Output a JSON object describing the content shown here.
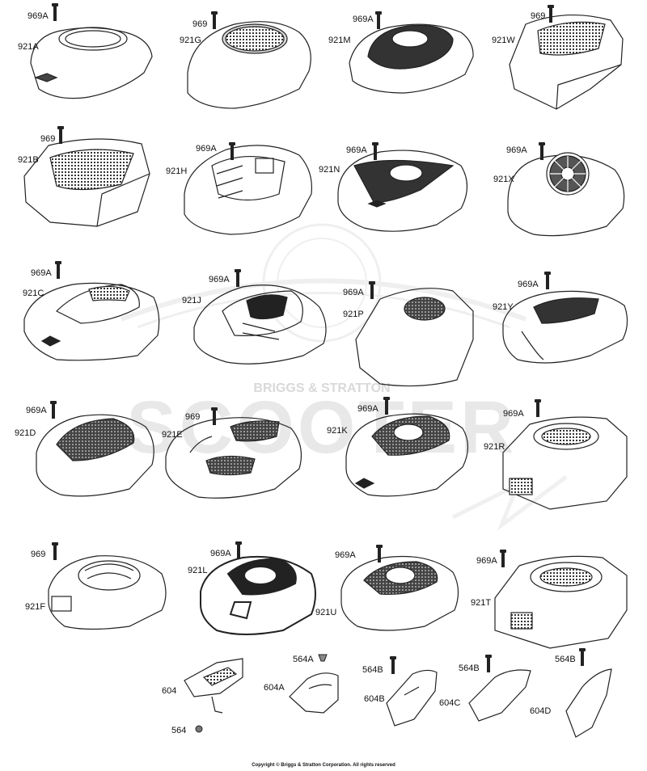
{
  "labels": {
    "r1": [
      "969A",
      "921A",
      "969",
      "921G",
      "969A",
      "921M",
      "969",
      "921W"
    ],
    "r2": [
      "969",
      "921B",
      "969A",
      "921H",
      "969A",
      "921N",
      "969A",
      "921X"
    ],
    "r3": [
      "969A",
      "921C",
      "969A",
      "921J",
      "969A",
      "921P",
      "969A",
      "921Y"
    ],
    "r4": [
      "969A",
      "921D",
      "969",
      "921E",
      "969A",
      "921K",
      "969A",
      "921R"
    ],
    "r5": [
      "969",
      "921F",
      "969A",
      "921L",
      "969A",
      "921U",
      "969A",
      "921T"
    ],
    "r6": [
      "604",
      "564",
      "564A",
      "604A",
      "564B",
      "604B",
      "564B",
      "604C",
      "564B",
      "604D"
    ]
  },
  "watermark": {
    "brand": "BRIGGS & STRATTON",
    "name": "SCOOTER"
  },
  "footer": {
    "copyright": "Copyright © Briggs & Stratton Corporation. All rights reserved"
  }
}
